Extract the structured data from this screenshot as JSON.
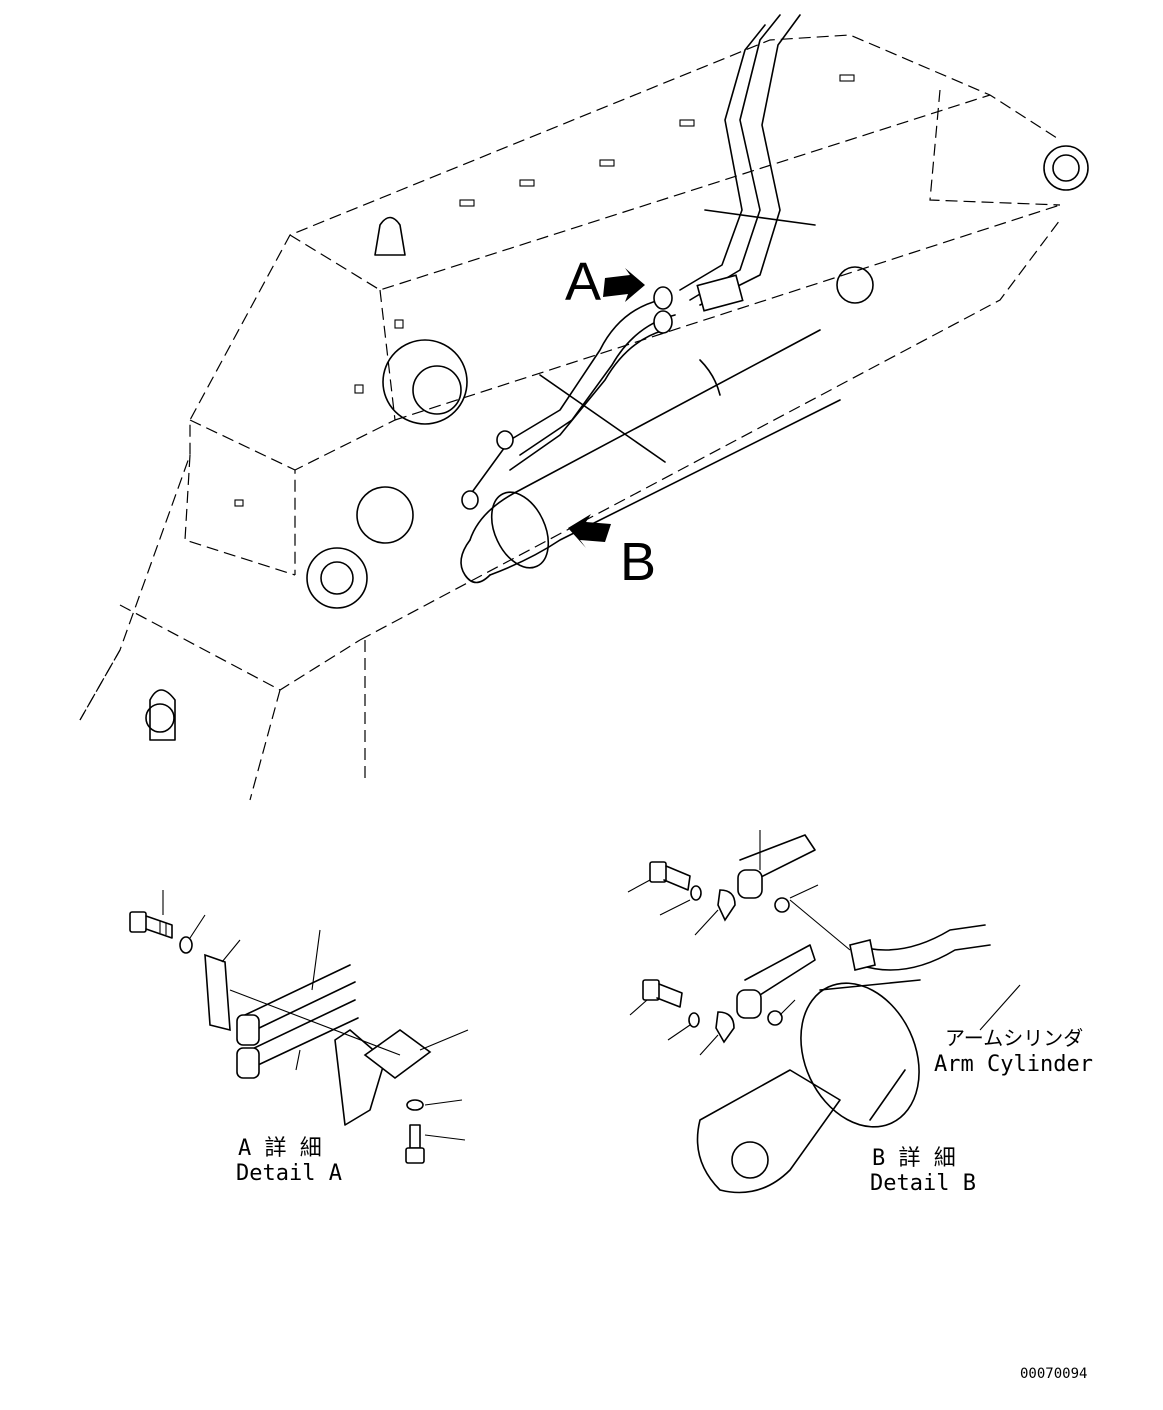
{
  "callouts": {
    "view_a": "A",
    "view_b": "B"
  },
  "detail_a": {
    "title_jp": "A 詳 細",
    "title_en": "Detail A"
  },
  "detail_b": {
    "title_jp": "B 詳 細",
    "title_en": "Detail B",
    "component_jp": "アームシリンダ",
    "component_en": "Arm Cylinder"
  },
  "drawing_number": "00070094"
}
